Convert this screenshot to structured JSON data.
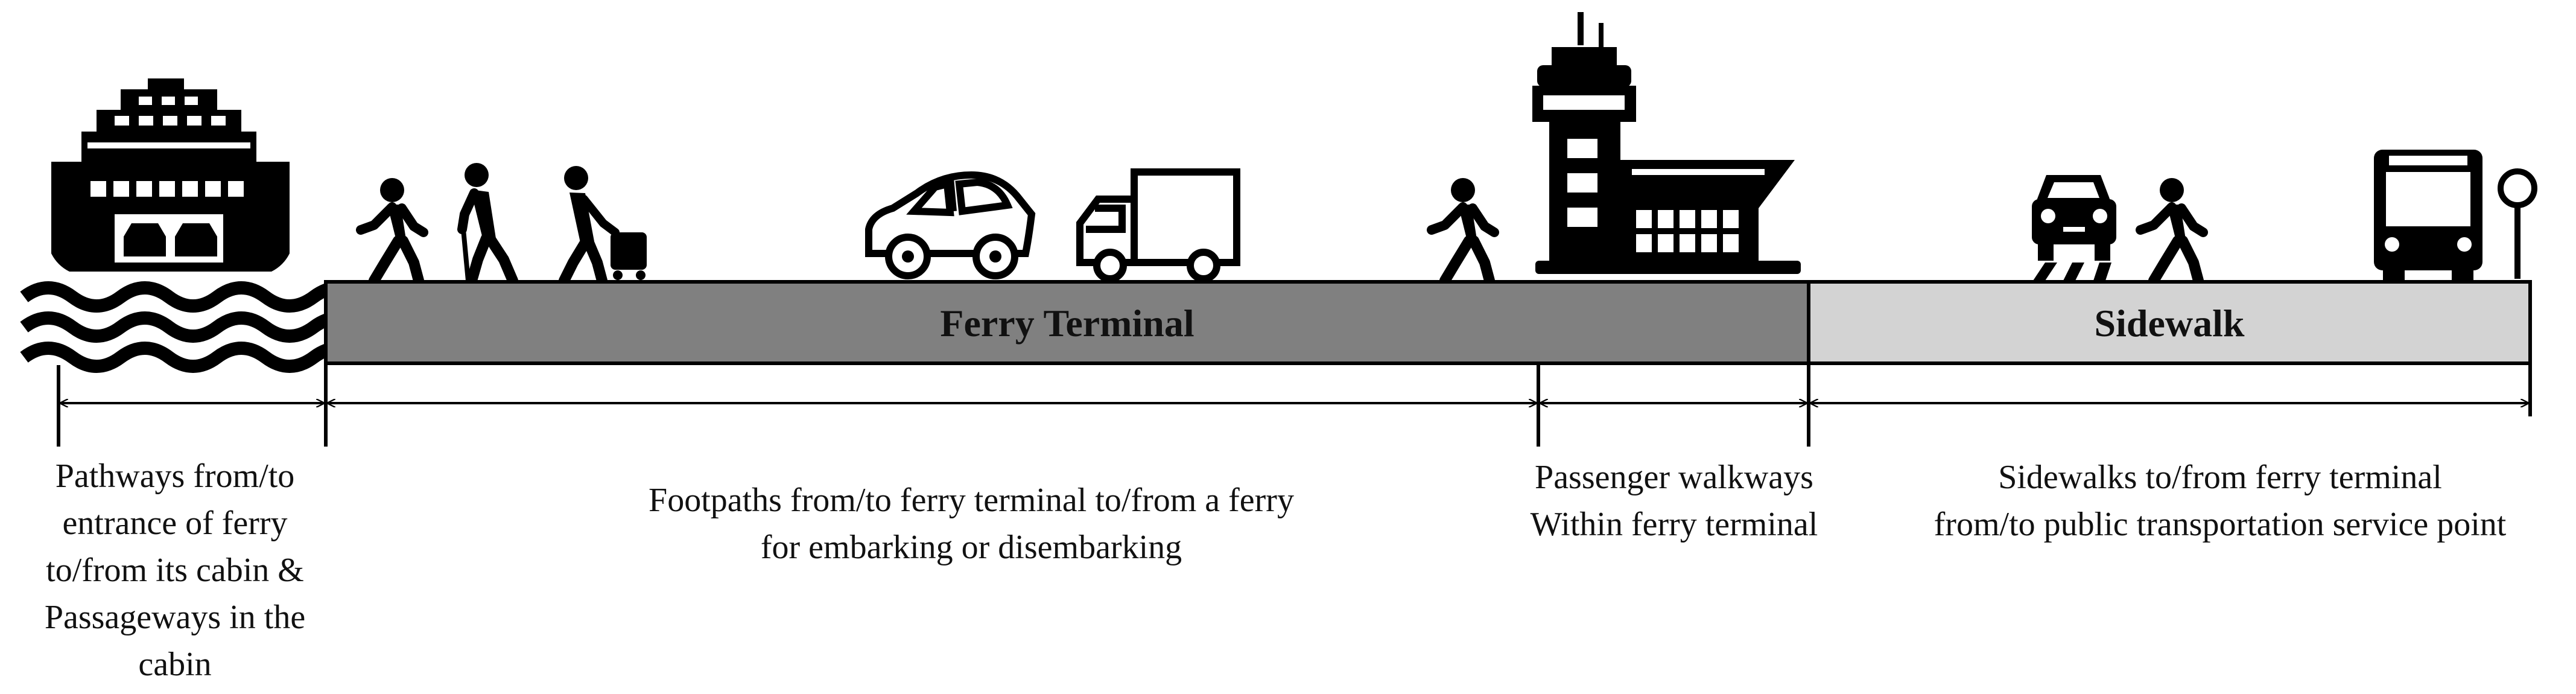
{
  "bars": {
    "terminal_label": "Ferry Terminal",
    "sidewalk_label": "Sidewalk",
    "terminal_fill": "#808080",
    "sidewalk_fill": "#d3d3d3"
  },
  "segments": [
    {
      "lines": [
        "Pathways from/to",
        "entrance of ferry",
        "to/from its cabin &",
        "Passageways in the",
        "cabin"
      ]
    },
    {
      "lines": [
        "Footpaths from/to ferry terminal to/from a ferry",
        "for embarking or disembarking"
      ]
    },
    {
      "lines": [
        "Passenger walkways",
        "Within ferry terminal"
      ]
    },
    {
      "lines": [
        "Sidewalks to/from ferry terminal",
        "from/to public transportation service point"
      ]
    }
  ],
  "icons": [
    "ferry-icon",
    "waves-icon",
    "pedestrian-icon",
    "elderly-pedestrian-icon",
    "traveler-with-luggage-icon",
    "car-icon",
    "truck-icon",
    "terminal-building-icon",
    "car-front-icon",
    "bus-icon",
    "bus-stop-sign-icon"
  ]
}
